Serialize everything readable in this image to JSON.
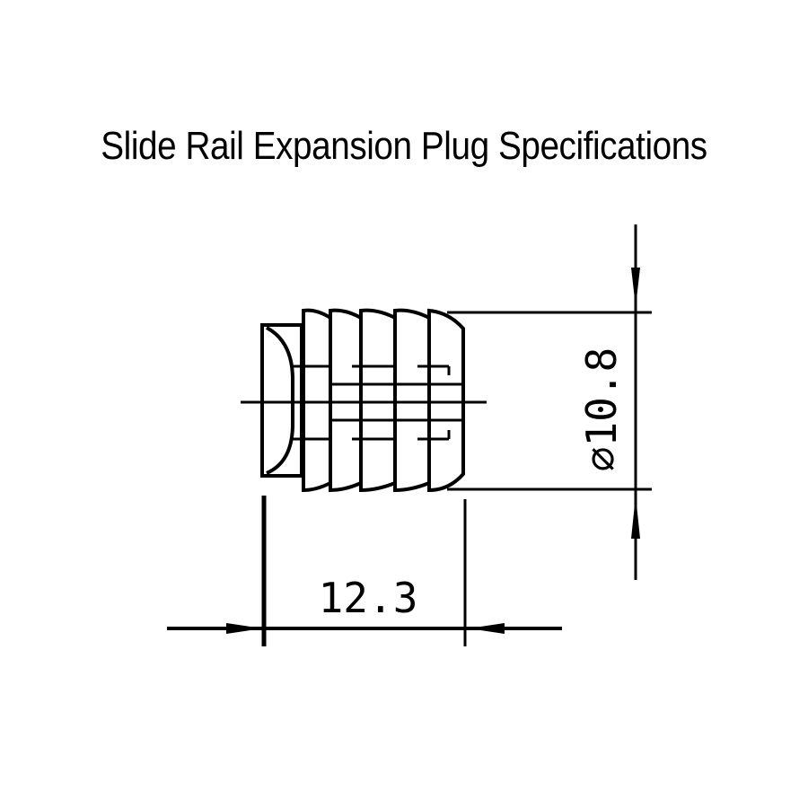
{
  "title": "Slide Rail Expansion Plug Specifications",
  "drawing": {
    "part": "slide-rail-expansion-plug",
    "dimensions": {
      "length": {
        "value": "12.3",
        "label": "12.3"
      },
      "diameter": {
        "value": "10.8",
        "label": "⌀10.8",
        "symbol": "⌀"
      }
    },
    "line_color": "#000000",
    "background": "#ffffff"
  }
}
